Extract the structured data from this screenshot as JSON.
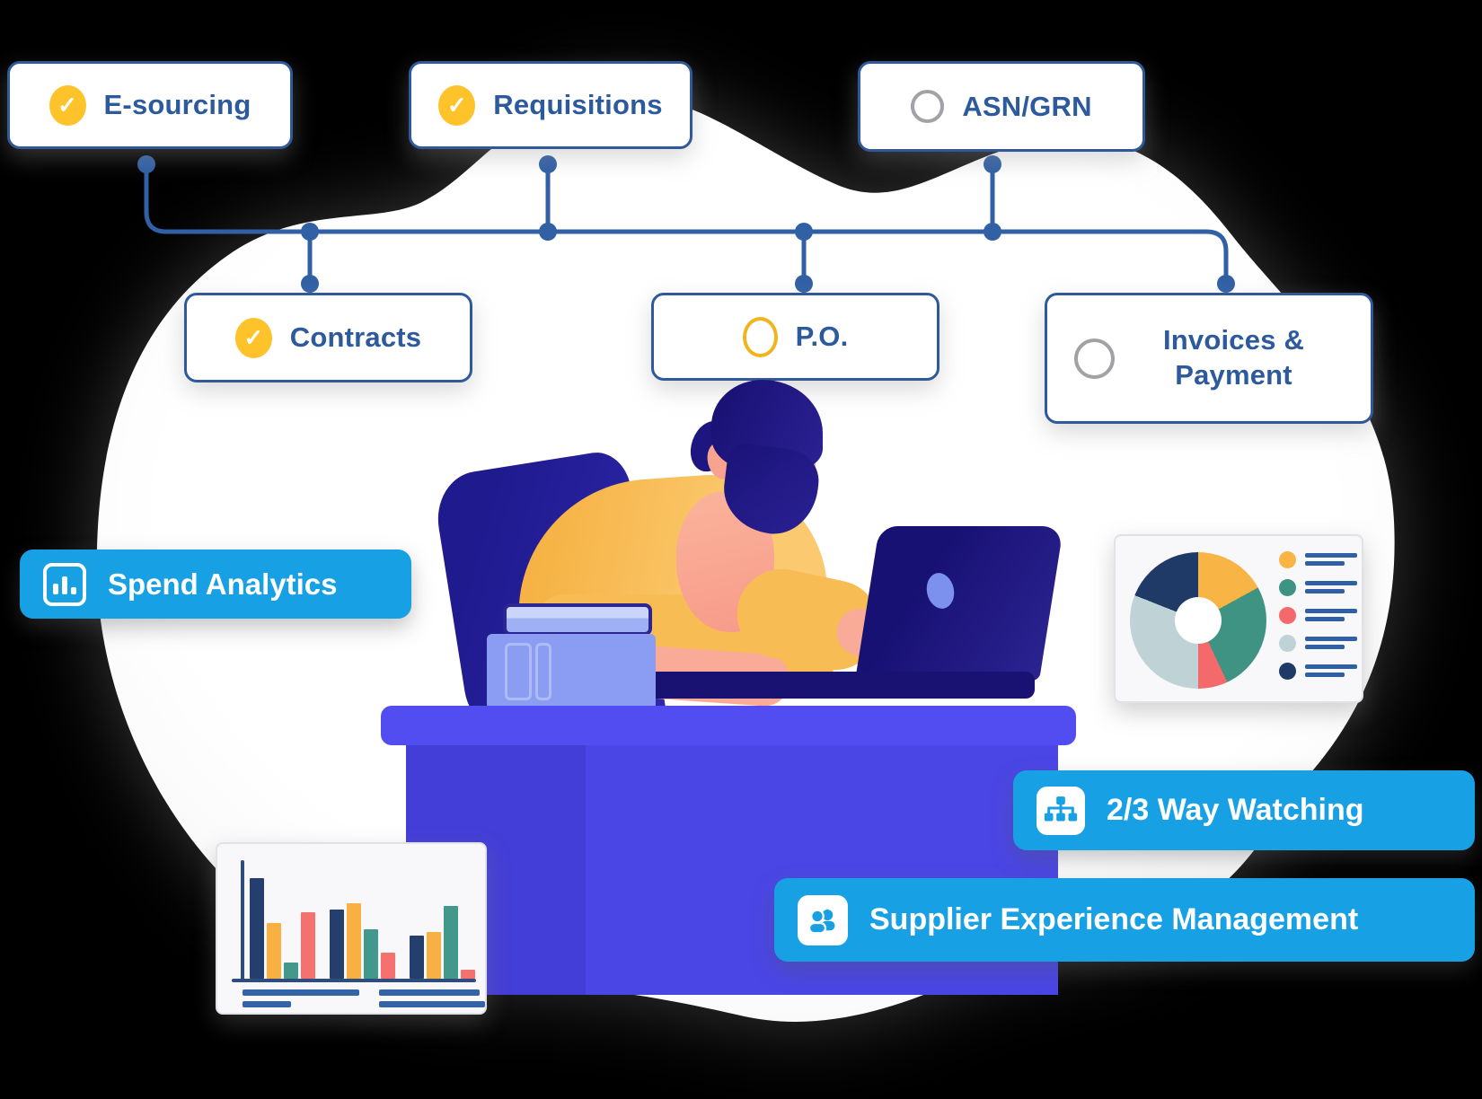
{
  "flow": {
    "boxes": [
      {
        "label": "E-sourcing",
        "status": "checked"
      },
      {
        "label": "Requisitions",
        "status": "checked"
      },
      {
        "label": "ASN/GRN",
        "status": "open-gray"
      },
      {
        "label": "Contracts",
        "status": "checked"
      },
      {
        "label": "P.O.",
        "status": "open-yellow"
      },
      {
        "label": "Invoices & Payment",
        "status": "open-gray"
      }
    ]
  },
  "banners": {
    "spend": {
      "label": "Spend Analytics",
      "icon": "bar-chart-icon"
    },
    "watch": {
      "label": "2/3 Way Watching",
      "icon": "hierarchy-icon"
    },
    "supplier": {
      "label": "Supplier Experience Management",
      "icon": "people-icon"
    }
  },
  "colors": {
    "banner_blue": "#18A0E4",
    "box_border": "#30599A",
    "box_text": "#2D5A9C",
    "connector": "#3160A5",
    "check_yellow": "#FEC32B",
    "open_circle_yellow": "#F0B41F",
    "open_circle_gray": "#A2A2A6",
    "desk_purple": "#4A46E6",
    "chair_indigo": "#2E28AC",
    "shirt_yellow": "#F8BC55",
    "skin_salmon": "#F9AB97",
    "hair_navy": "#1D1680",
    "laptop_navy": "#1D1782",
    "books_periwinkle": "#93A4F3"
  },
  "chart_data": [
    {
      "type": "pie",
      "title": "donut-analytics-card",
      "values": [
        17,
        26,
        7,
        31,
        19
      ],
      "colors": [
        "#F8B545",
        "#3E9383",
        "#F4696B",
        "#BFD2D6",
        "#1F3A66"
      ],
      "labels": [
        "",
        "",
        "",
        "",
        ""
      ],
      "legend_position": "right",
      "legend_line_widths": [
        58,
        44
      ]
    },
    {
      "type": "bar",
      "title": "grouped-bar-mini-chart",
      "categories": [
        "group-1",
        "group-2",
        "group-3"
      ],
      "series": [
        {
          "name": "navy",
          "color": "#243E6E",
          "values": [
            86,
            59,
            37
          ]
        },
        {
          "name": "yellow",
          "color": "#F9B042",
          "values": [
            48,
            65,
            40
          ]
        },
        {
          "name": "teal",
          "color": "#42988A",
          "values": [
            14,
            42,
            62
          ]
        },
        {
          "name": "red",
          "color": "#F4716F",
          "values": [
            57,
            22,
            8
          ]
        }
      ],
      "ylim": [
        0,
        100
      ],
      "axis_color": "#2E4C7C",
      "label_line_color": "#3464A8",
      "label_lines": [
        [
          130,
          54
        ],
        [
          112,
          118
        ]
      ]
    }
  ]
}
